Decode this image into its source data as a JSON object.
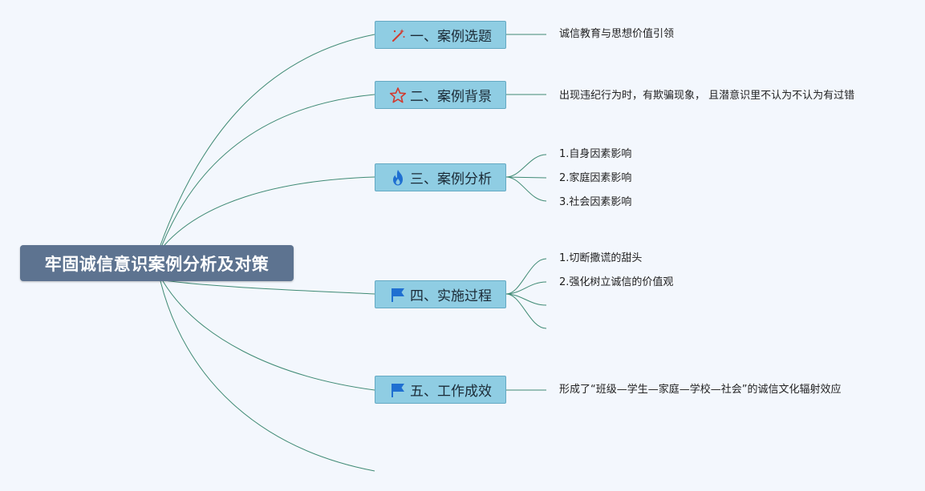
{
  "root": {
    "title": "牢固诚信意识案例分析及对策"
  },
  "colors": {
    "root_bg": "#5d7390",
    "branch_bg": "#8fcde3",
    "branch_border": "#64a9c3",
    "line": "#3f8a74"
  },
  "branches": [
    {
      "label": "一、案例选题",
      "icon": "magic-wand-icon",
      "leaves": [
        "诚信教育与思想价值引领"
      ]
    },
    {
      "label": "二、案例背景",
      "icon": "star-icon",
      "leaves": [
        "出现违纪行为时，有欺骗现象， 且潜意识里不认为不认为有过错"
      ]
    },
    {
      "label": "三、案例分析",
      "icon": "flame-icon",
      "leaves": [
        "1.自身因素影响",
        "2.家庭因素影响",
        "3.社会因素影响"
      ]
    },
    {
      "label": "四、实施过程",
      "icon": "flag-icon",
      "leaves": [
        "1.切断撒谎的甜头",
        "2.强化树立诚信的价值观",
        "",
        ""
      ]
    },
    {
      "label": "五、工作成效",
      "icon": "flag-icon",
      "leaves": [
        "形成了“班级—学生—家庭—学校—社会”的诚信文化辐射效应"
      ]
    }
  ]
}
